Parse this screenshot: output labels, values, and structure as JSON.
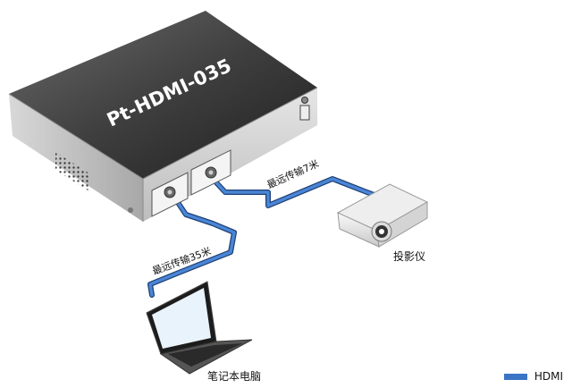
{
  "device": {
    "model": "Pt-HDMI-035"
  },
  "cables": {
    "projector_distance": "最远传输7米",
    "laptop_distance": "最远传输35米"
  },
  "devices": {
    "projector_label": "投影仪",
    "laptop_label": "笔记本电脑"
  },
  "legend": {
    "label": "HDMI",
    "color": "#3a74c4"
  }
}
